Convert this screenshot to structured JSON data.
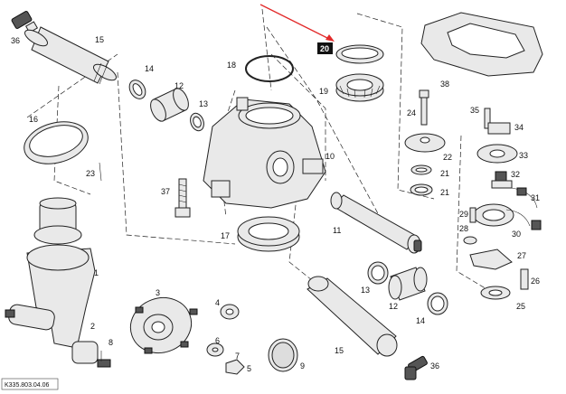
{
  "labels": {
    "p1": "1",
    "p2": "2",
    "p3": "3",
    "p4": "4",
    "p5": "5",
    "p6": "6",
    "p7": "7",
    "p8": "8",
    "p9": "9",
    "p10": "10",
    "p11": "11",
    "p12a": "12",
    "p12b": "12",
    "p13a": "13",
    "p13b": "13",
    "p14a": "14",
    "p14b": "14",
    "p15a": "15",
    "p15b": "15",
    "p16": "16",
    "p17": "17",
    "p18": "18",
    "p19": "19",
    "p20": "20",
    "p21a": "21",
    "p21b": "21",
    "p22": "22",
    "p23": "23",
    "p24": "24",
    "p25": "25",
    "p26": "26",
    "p27": "27",
    "p28": "28",
    "p29": "29",
    "p30": "30",
    "p31": "31",
    "p32": "32",
    "p33": "33",
    "p34": "34",
    "p35": "35",
    "p36a": "36",
    "p36b": "36",
    "p37": "37",
    "p38": "38"
  },
  "reference": "K335.803.04.06",
  "highlight_color": "#111111",
  "arrow_color": "#e32b2b"
}
